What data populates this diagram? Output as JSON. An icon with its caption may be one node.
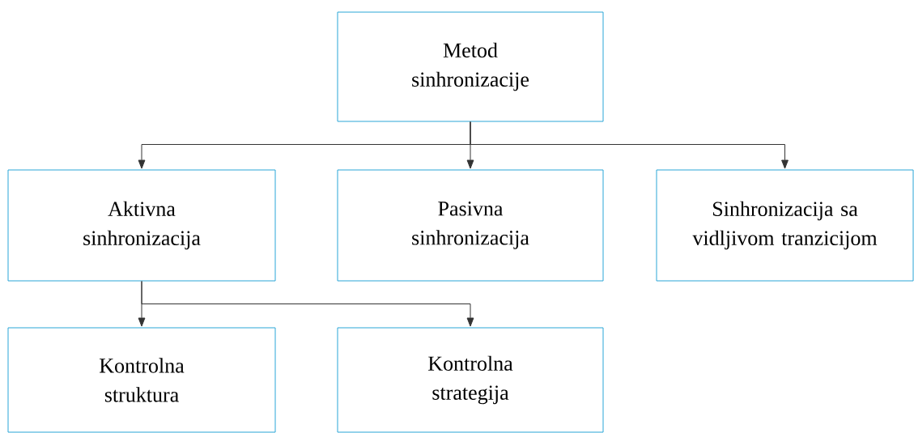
{
  "diagram": {
    "nodes": [
      {
        "text": [
          "Metod sinhronizacije"
        ]
      },
      {
        "text": [
          "Aktivna sinhronizacija"
        ]
      },
      {
        "text": [
          "Pasivna sinhronizacija"
        ]
      },
      {
        "text": [
          "Sinhronizacija sa vidljivom tranzicijom"
        ]
      },
      {
        "text": [
          "Kontrolna struktura"
        ]
      },
      {
        "text": [
          "Kontrolna strategija"
        ]
      }
    ],
    "edges": [
      {
        "from": 0,
        "to": 1,
        "arrow": "to"
      },
      {
        "from": 0,
        "to": 2,
        "arrow": "to"
      },
      {
        "from": 0,
        "to": 3,
        "arrow": "to"
      },
      {
        "from": 1,
        "to": 4,
        "arrow": "to"
      },
      {
        "from": 1,
        "to": 5,
        "arrow": "to"
      }
    ]
  }
}
